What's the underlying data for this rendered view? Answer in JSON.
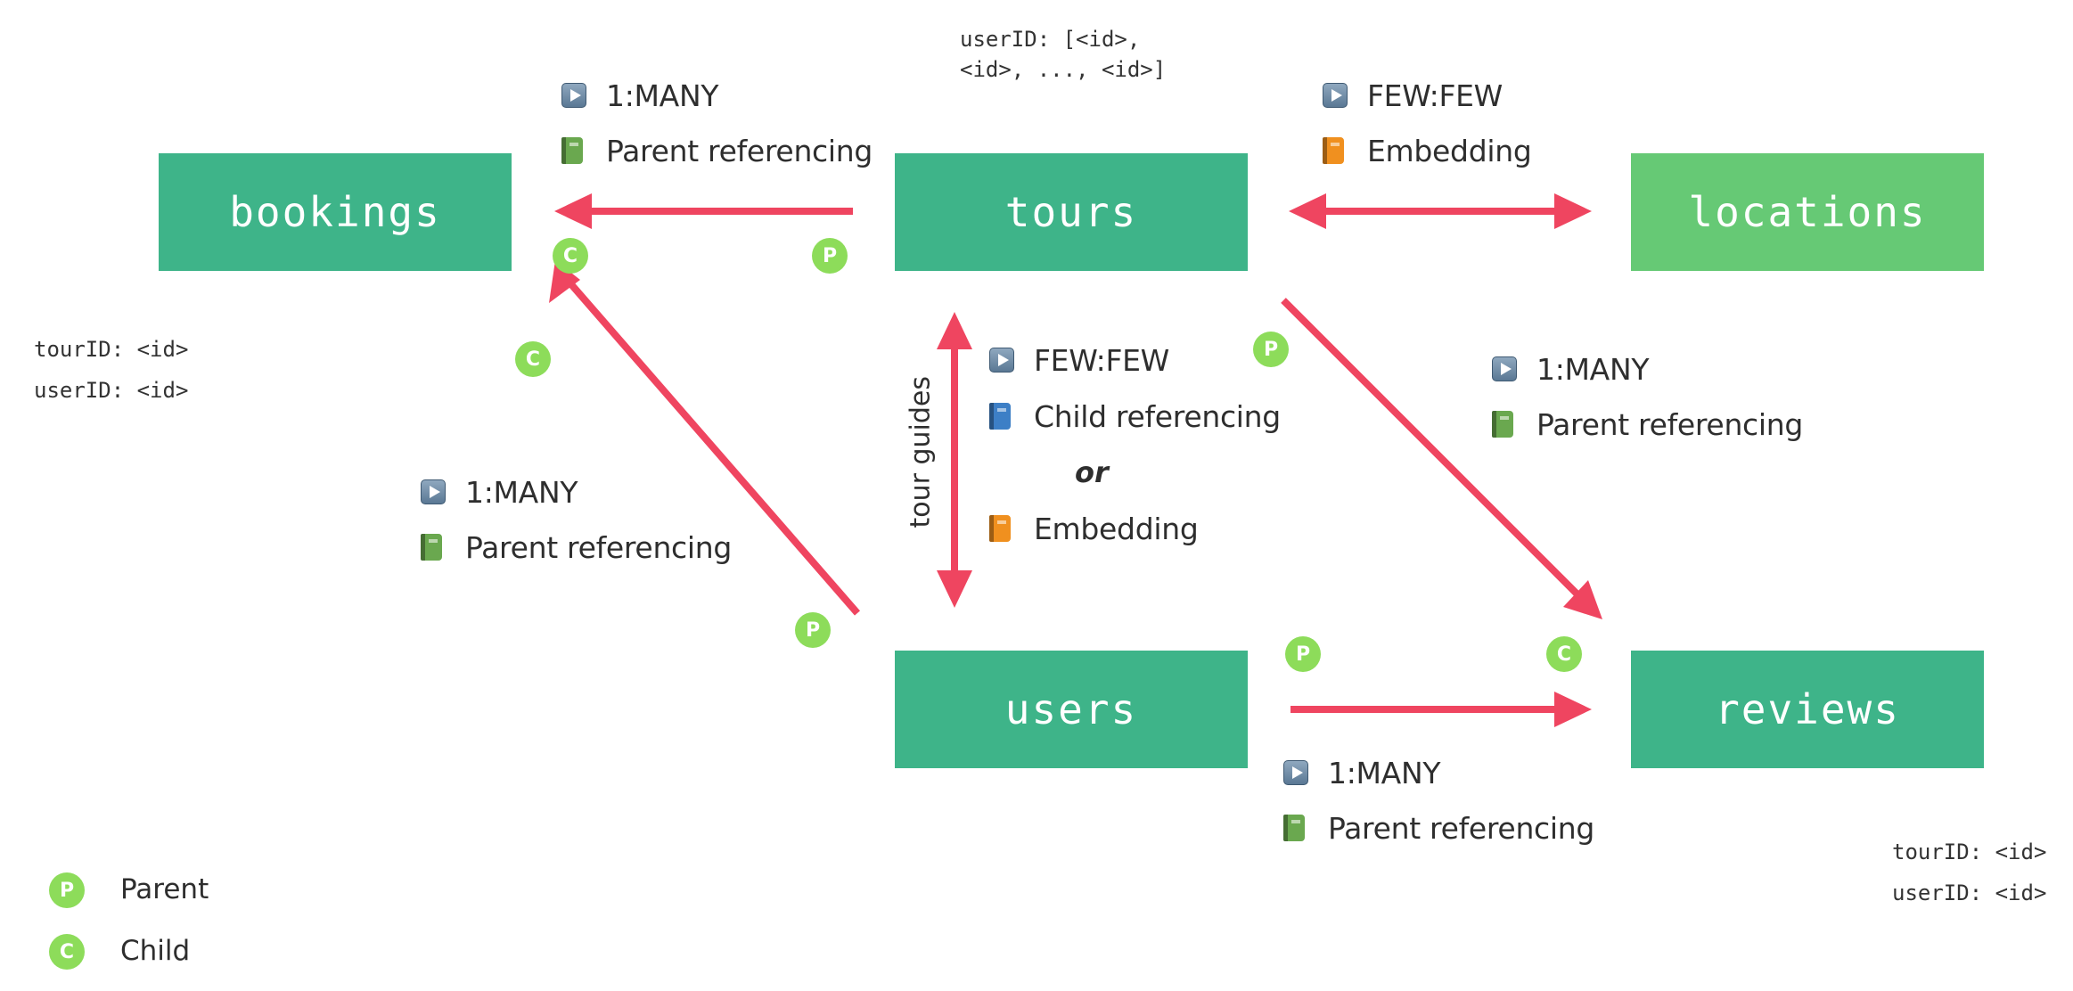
{
  "colors": {
    "entity": "#3eb489",
    "entity_light": "#66c975",
    "arrow": "#ef4560",
    "badge": "#8ddc5a",
    "book_green": "#6aa84f",
    "book_orange": "#f0901f",
    "book_blue": "#3d7fc6"
  },
  "icons": {
    "relationship_type": "play-icon",
    "referencing": "book-icon"
  },
  "entities": {
    "bookings": "bookings",
    "tours": "tours",
    "locations": "locations",
    "users": "users",
    "reviews": "reviews"
  },
  "fields": {
    "tours_field_line1": "userID: [<id>,",
    "tours_field_line2": "<id>, ..., <id>]",
    "bookings_field_1": "tourID: <id>",
    "bookings_field_2": "userID: <id>",
    "reviews_field_1": "tourID: <id>",
    "reviews_field_2": "userID: <id>"
  },
  "relationships": {
    "tours_bookings": {
      "type": "1:MANY",
      "method": "Parent referencing"
    },
    "tours_locations": {
      "type": "FEW:FEW",
      "method": "Embedding"
    },
    "tours_users": {
      "type": "FEW:FEW",
      "method": "Child referencing",
      "or": "or",
      "alt_method": "Embedding",
      "edge_label": "tour guides"
    },
    "tours_reviews": {
      "type": "1:MANY",
      "method": "Parent referencing"
    },
    "users_bookings": {
      "type": "1:MANY",
      "method": "Parent referencing"
    },
    "users_reviews": {
      "type": "1:MANY",
      "method": "Parent referencing"
    }
  },
  "badges": {
    "parent": "P",
    "child": "C"
  },
  "legend": {
    "parent_label": "Parent",
    "child_label": "Child"
  }
}
